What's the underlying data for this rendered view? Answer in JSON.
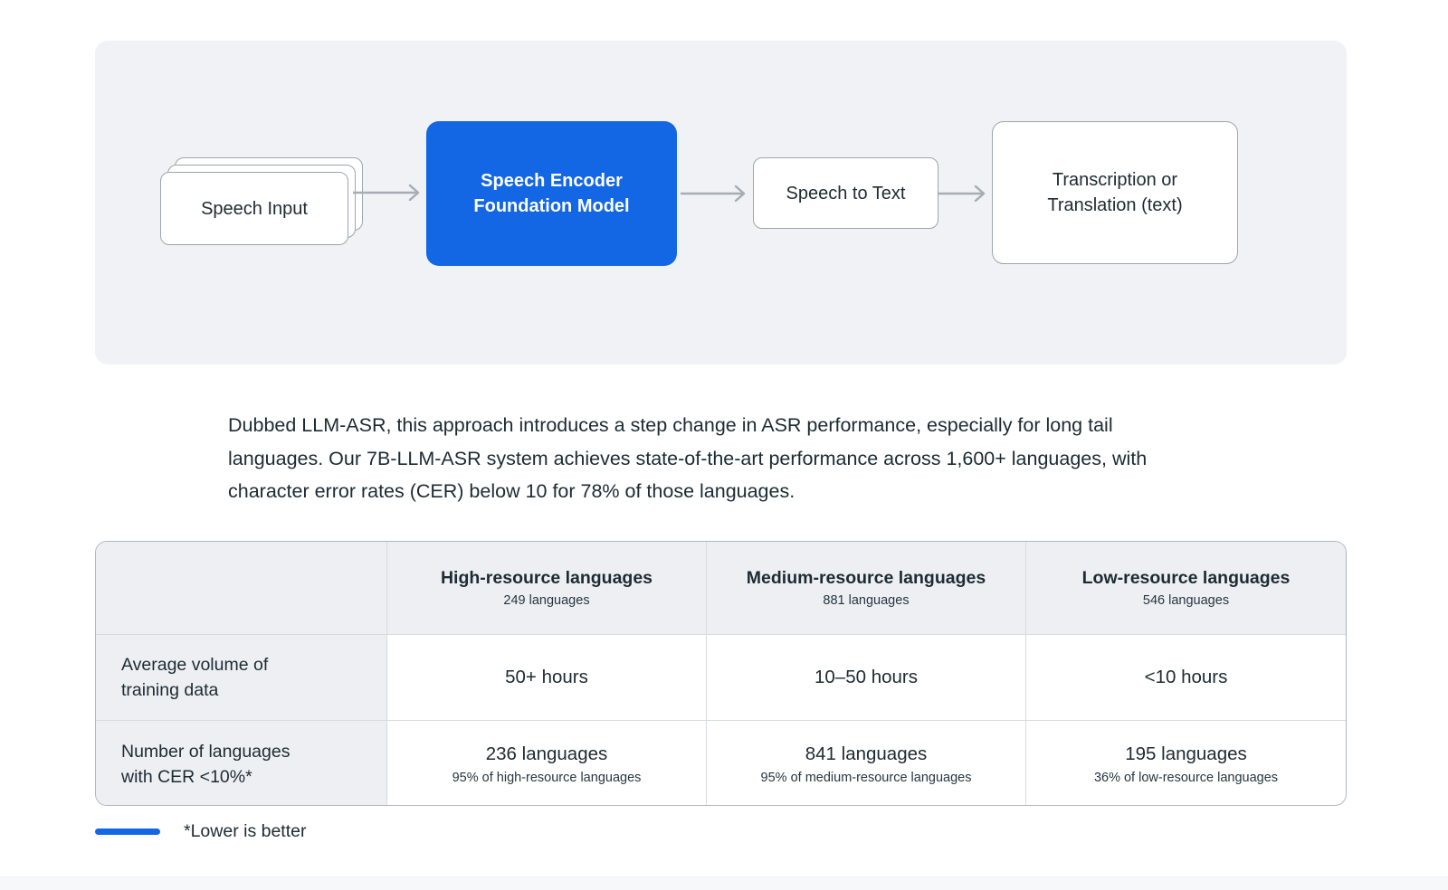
{
  "colors": {
    "accent_blue": "#1366e4",
    "panel_background": "#f0f2f5",
    "table_shaded_cell": "#edeff3",
    "text_dark": "#1d2b33"
  },
  "diagram": {
    "nodes": {
      "input": "Speech Input",
      "encoder": "Speech Encoder Foundation Model",
      "speech_to_text": "Speech to Text",
      "output": "Transcription or Translation (text)"
    }
  },
  "paragraph": "Dubbed LLM-ASR, this approach introduces a step change in ASR performance, especially for long tail languages. Our 7B-LLM-ASR system achieves state-of-the-art performance across 1,600+ languages, with character error rates (CER) below 10 for 78% of those languages.",
  "table": {
    "columns": [
      {
        "title": "High-resource languages",
        "subtitle": "249 languages"
      },
      {
        "title": "Medium-resource languages",
        "subtitle": "881 languages"
      },
      {
        "title": "Low-resource languages",
        "subtitle": "546 languages"
      }
    ],
    "rows": [
      {
        "label": "Average volume of training data",
        "cells": [
          {
            "value": "50+ hours"
          },
          {
            "value": "10–50 hours"
          },
          {
            "value": "<10 hours"
          }
        ]
      },
      {
        "label": "Number of languages with CER <10%*",
        "cells": [
          {
            "value": "236 languages",
            "note": "95% of high-resource languages"
          },
          {
            "value": "841 languages",
            "note": "95% of medium-resource languages"
          },
          {
            "value": "195 languages",
            "note": "36% of low-resource languages"
          }
        ]
      }
    ]
  },
  "legend": {
    "label": "*Lower is better"
  }
}
